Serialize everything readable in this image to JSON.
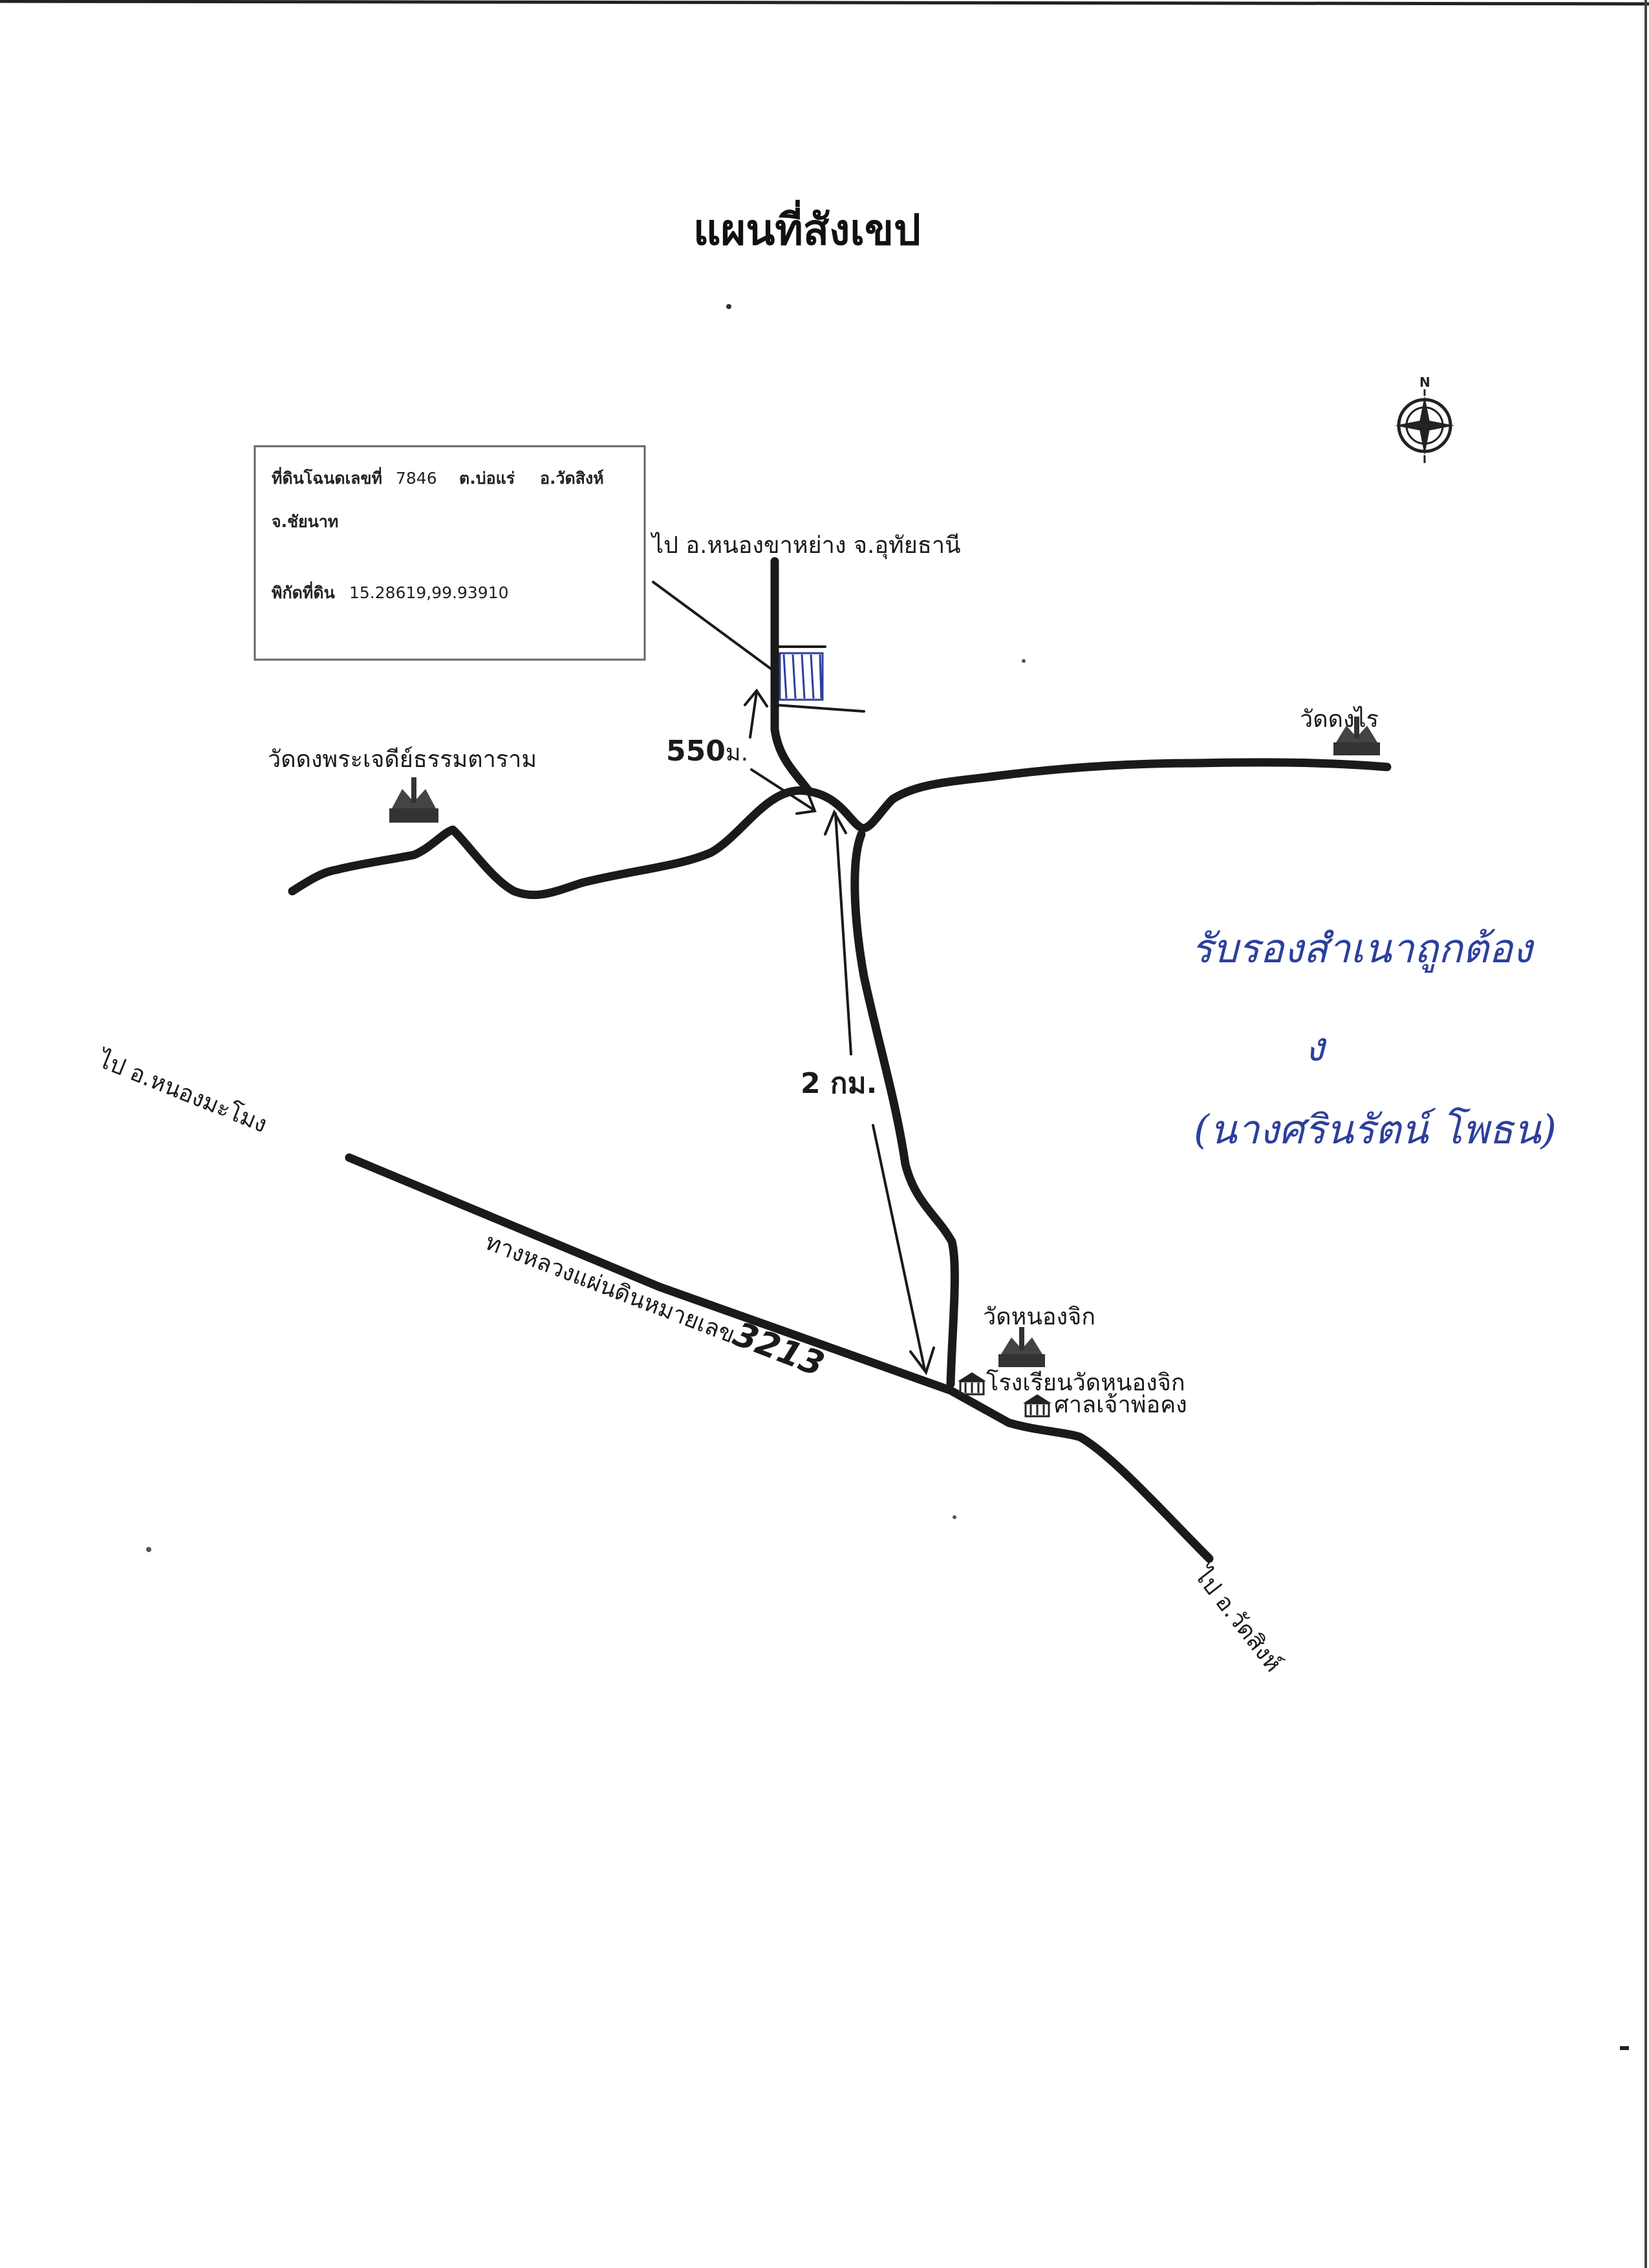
{
  "title": "แผนที่สังเขป",
  "info_box": {
    "land_deed_label": "ที่ดินโฉนดเลขที่",
    "land_deed_no": "7846",
    "subdistrict": "ต.บ่อแร่",
    "district": "อ.วัดสิงห์",
    "province": "จ.ชัยนาท",
    "coord_label": "พิกัดที่ดิน",
    "coord_value": "15.28619,99.93910"
  },
  "compass": {
    "north_label": "N"
  },
  "labels": {
    "to_nong_khayang": "ไป อ.หนองขาหย่าง จ.อุทัยธานี",
    "wat_dong_phra_chedi": "วัดดงพระเจดีย์ธรรมตาราม",
    "wat_dong_rai": "วัดดงไร",
    "dist_550": "550",
    "dist_550_unit": "ม.",
    "dist_2km": "2 กม.",
    "to_nong_mamong": "ไป อ.หนองมะโมง",
    "highway": "ทางหลวงแผ่นดินหมายเลข",
    "highway_no": "3213",
    "wat_nong_chik": "วัดหนองจิก",
    "school": "โรงเรียนวัดหนองจิก",
    "shrine": "ศาลเจ้าพ่อคง",
    "to_wat_sing": "ไป อ.วัดสิงห์"
  },
  "handwriting": {
    "certified": "รับรองสำเนาถูกต้อง",
    "signature": "ง",
    "name": "(นางศรินรัตน์ โพธน)"
  },
  "colors": {
    "ink": "#1a1a1a",
    "pen": "#2c3f9c"
  }
}
